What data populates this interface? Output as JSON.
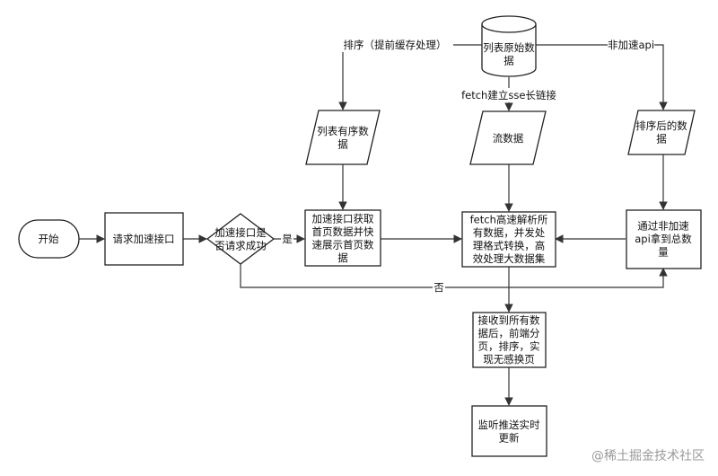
{
  "nodes": {
    "start": {
      "lines": [
        "开始"
      ]
    },
    "request": {
      "lines": [
        "请求加速接口"
      ]
    },
    "decision": {
      "lines": [
        "加速接口是",
        "否请求成功"
      ]
    },
    "loadfirst": {
      "lines": [
        "加速接口获取",
        "首页数据并快",
        "速展示首页数",
        "据"
      ]
    },
    "fetchparse": {
      "lines": [
        "fetch高速解析所",
        "有数据，并发处",
        "理格式转换，高",
        "效处理大数据集"
      ]
    },
    "merge": {
      "lines": [
        "通过非加速",
        "api拿到总数",
        "量"
      ]
    },
    "origin": {
      "lines": [
        "列表原始数",
        "据"
      ]
    },
    "ordered": {
      "lines": [
        "列表有序数",
        "据"
      ]
    },
    "stream": {
      "lines": [
        "流数据"
      ]
    },
    "sorted": {
      "lines": [
        "排序后的数",
        "据"
      ]
    },
    "received": {
      "lines": [
        "接收到所有数",
        "据后，前端分",
        "页，排序，实",
        "现无感换页"
      ]
    },
    "listen": {
      "lines": [
        "监听推送实时",
        "更新"
      ]
    }
  },
  "edge_labels": {
    "sort_pre": "排序（提前缓存处理）",
    "non_accel": "非加速api",
    "fetch_sse": "fetch建立sse长链接",
    "yes": "是",
    "no": "否"
  },
  "watermark": "@稀土掘金技术社区"
}
